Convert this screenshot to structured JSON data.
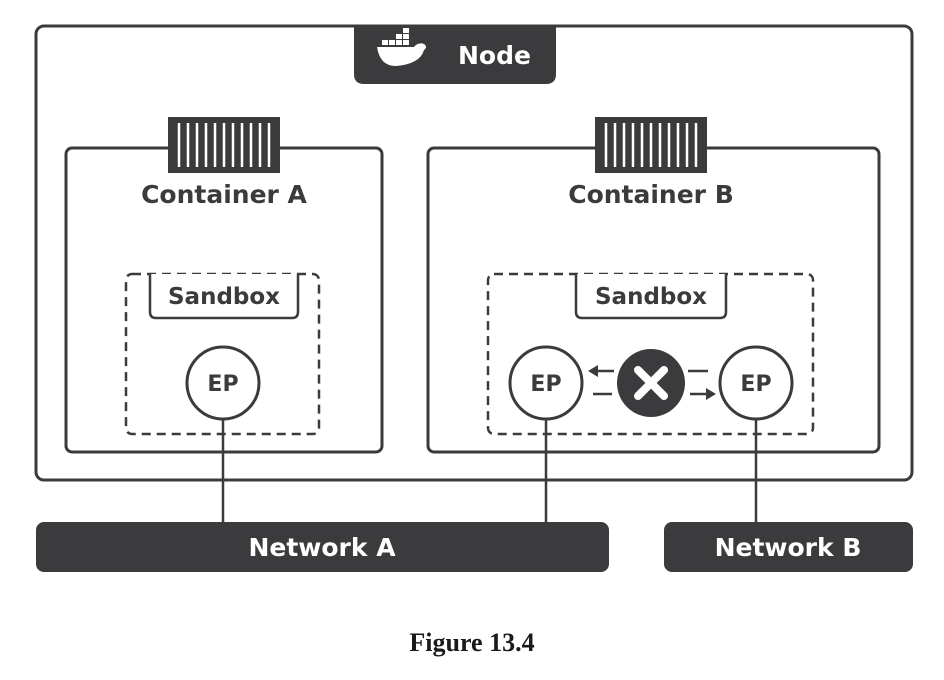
{
  "node": {
    "label": "Node",
    "icon": "docker-whale-icon"
  },
  "containers": [
    {
      "label": "Container A",
      "icon": "container-icon"
    },
    {
      "label": "Container B",
      "icon": "container-icon"
    }
  ],
  "sandboxes": [
    {
      "label": "Sandbox"
    },
    {
      "label": "Sandbox"
    }
  ],
  "endpoints": [
    {
      "label": "EP"
    },
    {
      "label": "EP"
    },
    {
      "label": "EP"
    }
  ],
  "blocked_icon": "cross-icon",
  "networks": [
    {
      "label": "Network A"
    },
    {
      "label": "Network B"
    }
  ],
  "caption": "Figure 13.4",
  "colors": {
    "dark": "#3b3b3e",
    "stroke": "#3b3b3e",
    "text_light": "#ffffff",
    "background": "#ffffff"
  }
}
